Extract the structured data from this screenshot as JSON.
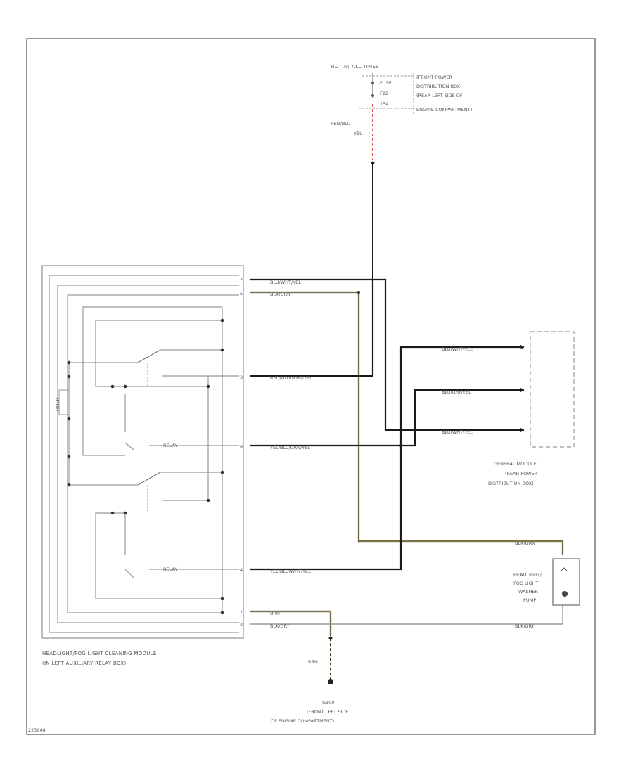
{
  "supply": {
    "hot_label": "HOT AT ALL TIMES",
    "fuse_lines": [
      "FUSE",
      "F22",
      "15A"
    ],
    "location_lines": [
      "(FRONT POWER",
      "DISTRIBUTION BOX",
      "(REAR LEFT SIDE OF",
      "ENGINE COMPARTMENT)"
    ],
    "feed_wire_lines": [
      "RED/BLU",
      "YEL"
    ]
  },
  "module": {
    "name_lines": [
      "HEADLIGHT/FOG LIGHT CLEANING MODULE",
      "(IN LEFT AUXILIARY RELAY BOX)"
    ],
    "pins": [
      "7",
      "5",
      "3",
      "6",
      "4",
      "1",
      "2"
    ],
    "inner_labels": [
      "TIMER",
      "RELAY",
      "RELAY"
    ]
  },
  "wires": {
    "w1": "BLU/WHT/YEL",
    "w2": "BLK/GRN",
    "w3": "RED/BLU/WHT/YEL",
    "w4": "YEL/BLU/GRN/YEL",
    "w5": "YEL/BLU/WHT/YEL",
    "w6": "BRN",
    "w7": "BLK/GRY",
    "w8": "BLU/WHT/YEL",
    "w9": "BLU/GRY/YEL",
    "w10": "BLU/WHT/YEL",
    "w11": "BLK/GRN",
    "w12": "BLK/GRY",
    "ground_wire": "BRN"
  },
  "general_module": {
    "name_lines": [
      "GENERAL MODULE",
      "(REAR POWER",
      "DISTRIBUTION BOX)"
    ]
  },
  "pump": {
    "name_lines": [
      "HEADLIGHT/",
      "FOG LIGHT",
      "WASHER",
      "PUMP"
    ]
  },
  "ground": {
    "name_lines": [
      "G100",
      "(FRONT LEFT SIDE",
      "OF ENGINE COMPARTMENT)"
    ]
  },
  "footer": {
    "code": "223048"
  },
  "colors": {
    "line": "#1a1a1a",
    "frame": "#777777",
    "thin": "#999999",
    "yellow": "#d8c86a",
    "red": "#e03030"
  }
}
